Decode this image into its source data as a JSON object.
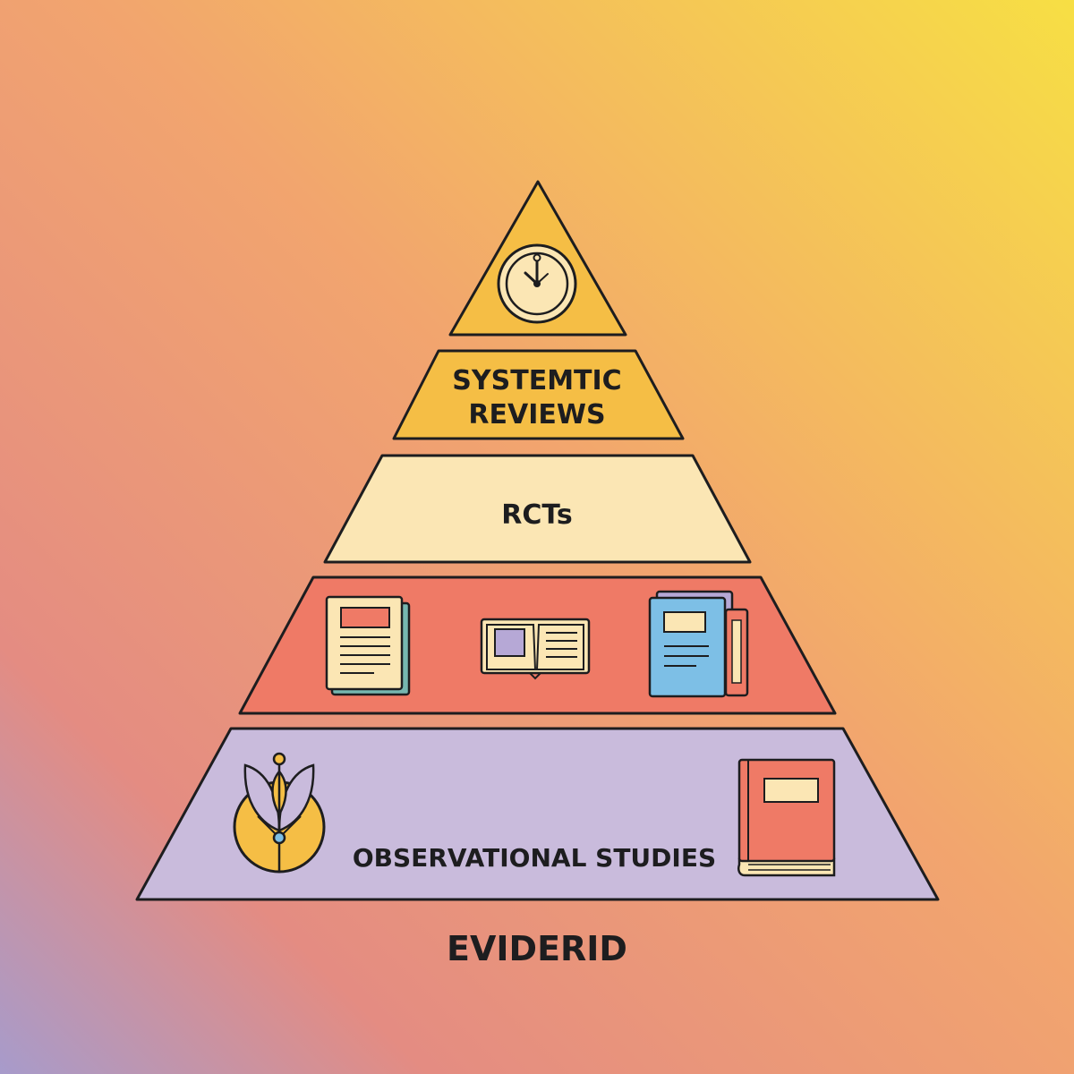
{
  "diagram": {
    "tiers": [
      {
        "key": "apex",
        "label_lines": [],
        "fill": "#F5BE45",
        "icons": [
          "clock-icon"
        ]
      },
      {
        "key": "systematic",
        "label_lines": [
          "SYSTEMTIC",
          "REVIEWS"
        ],
        "fill": "#F5BE45",
        "icons": []
      },
      {
        "key": "rcts",
        "label_lines": [
          "RCTs"
        ],
        "fill": "#FBE6B4",
        "icons": []
      },
      {
        "key": "literature",
        "label_lines": [],
        "fill": "#EF7A66",
        "icons": [
          "report-document-icon",
          "open-book-icon",
          "books-stack-icon"
        ]
      },
      {
        "key": "observational",
        "label_lines": [
          "OBSERVATIONAL STUDIES"
        ],
        "fill": "#C9BBDC",
        "icons": [
          "plant-circle-icon",
          "closed-book-icon"
        ]
      }
    ],
    "caption": "EVIDERID"
  },
  "colors": {
    "background_top_right": "#F7DD45",
    "background_mid": "#F2A071",
    "background_bottom_left": "#A99AC8",
    "outline": "#1d1d1f",
    "cream": "#FBE6B4",
    "yellow": "#F5BE45",
    "coral": "#EF7A66",
    "blue": "#7DBFE6",
    "lavender": "#C9BBDC",
    "teal": "#76B7B0"
  }
}
